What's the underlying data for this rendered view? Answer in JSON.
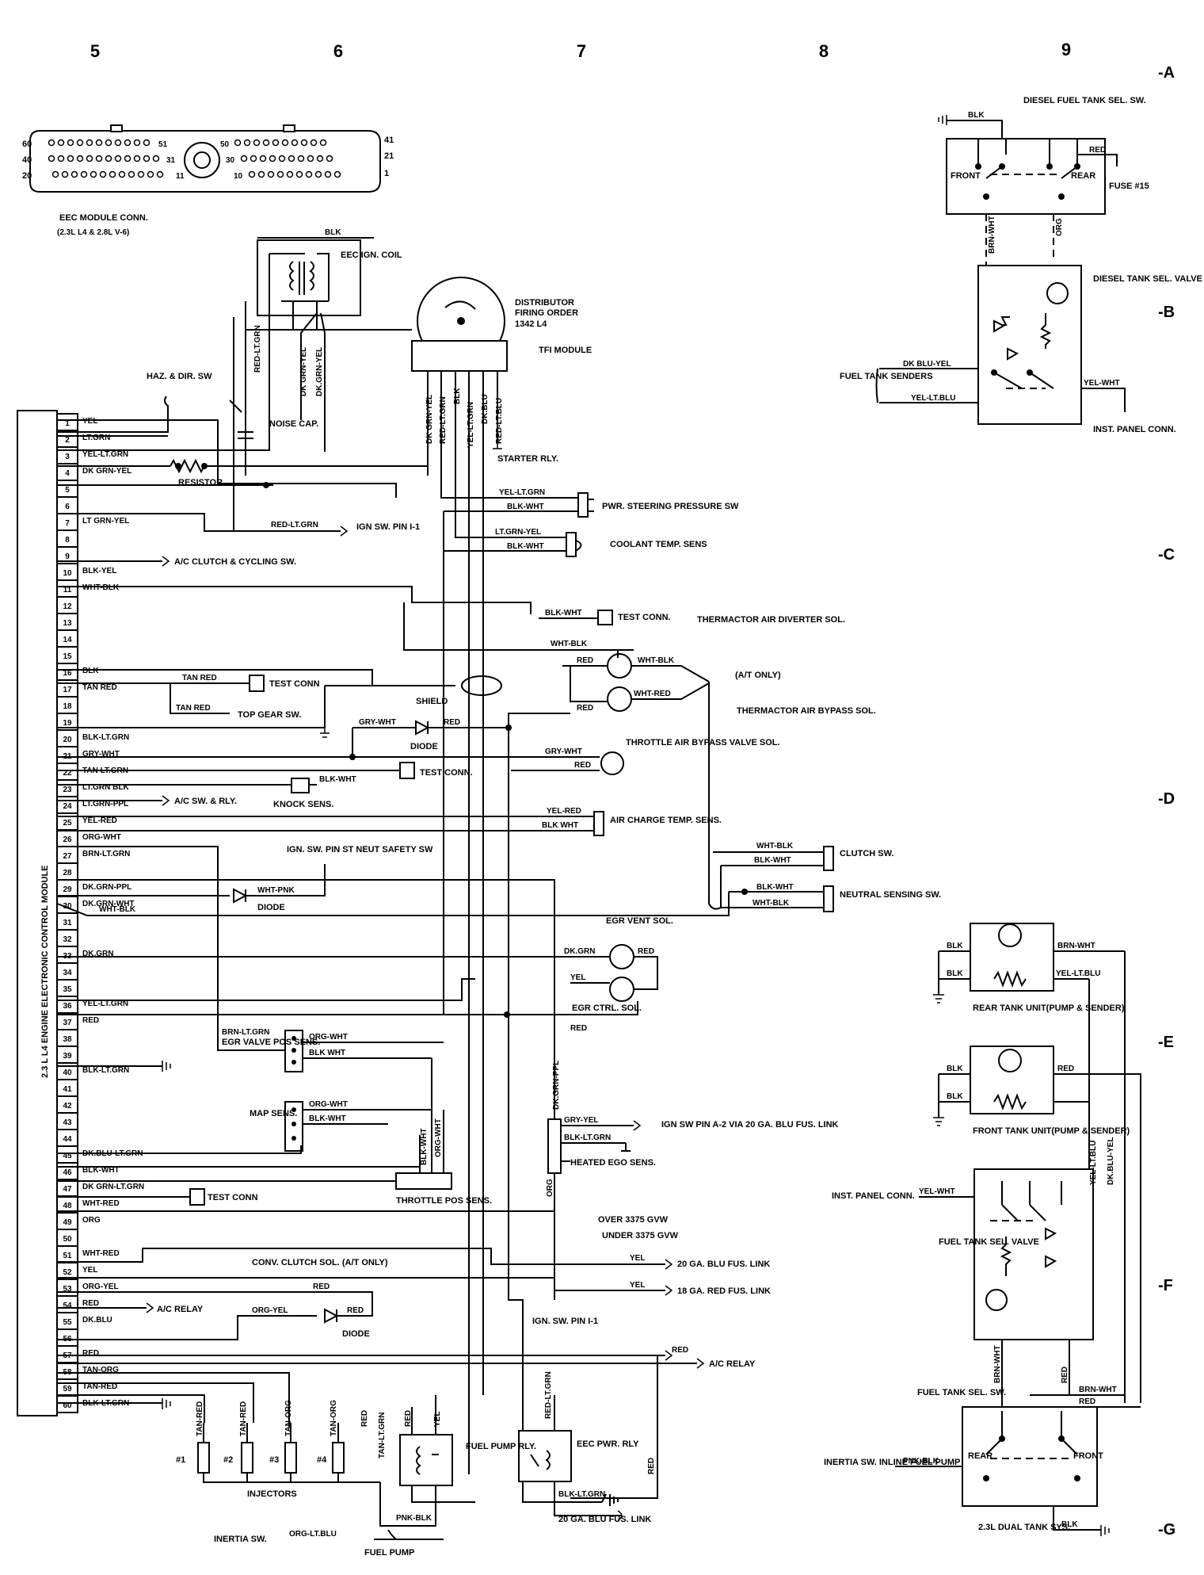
{
  "columns": [
    "5",
    "6",
    "7",
    "8",
    "9"
  ],
  "rows": [
    "-A",
    "-B",
    "-C",
    "-D",
    "-E",
    "-F",
    "-G"
  ],
  "eec_connector": {
    "title_line1": "EEC MODULE CONN.",
    "title_line2": "(2.3L L4 & 2.8L V-6)",
    "pins_left": [
      "60",
      "40",
      "20"
    ],
    "pins_mid_a": [
      "51",
      "31",
      "11"
    ],
    "pins_mid_b": [
      "50",
      "30",
      "10"
    ],
    "pins_right": [
      "41",
      "21",
      "1"
    ]
  },
  "module_label": "2.3 L L4 ENGINE ELECTRONIC CONTROL MODULE",
  "pins": [
    {
      "n": "1",
      "w": "YEL"
    },
    {
      "n": "2",
      "w": "LT.GRN"
    },
    {
      "n": "3",
      "w": "YEL-LT.GRN"
    },
    {
      "n": "4",
      "w": "DK GRN-YEL"
    },
    {
      "n": "5",
      "w": ""
    },
    {
      "n": "6",
      "w": ""
    },
    {
      "n": "7",
      "w": "LT GRN-YEL"
    },
    {
      "n": "8",
      "w": ""
    },
    {
      "n": "9",
      "w": ""
    },
    {
      "n": "10",
      "w": "BLK-YEL"
    },
    {
      "n": "11",
      "w": "WHT-BLK"
    },
    {
      "n": "12",
      "w": ""
    },
    {
      "n": "13",
      "w": ""
    },
    {
      "n": "14",
      "w": ""
    },
    {
      "n": "15",
      "w": ""
    },
    {
      "n": "16",
      "w": "BLK"
    },
    {
      "n": "17",
      "w": "TAN RED"
    },
    {
      "n": "18",
      "w": ""
    },
    {
      "n": "19",
      "w": ""
    },
    {
      "n": "20",
      "w": "BLK-LT.GRN"
    },
    {
      "n": "21",
      "w": "GRY-WHT"
    },
    {
      "n": "22",
      "w": "TAN LT.GRN"
    },
    {
      "n": "23",
      "w": "LT.GRN BLK"
    },
    {
      "n": "24",
      "w": "LT.GRN-PPL"
    },
    {
      "n": "25",
      "w": "YEL-RED"
    },
    {
      "n": "26",
      "w": "ORG-WHT"
    },
    {
      "n": "27",
      "w": "BRN-LT.GRN"
    },
    {
      "n": "28",
      "w": ""
    },
    {
      "n": "29",
      "w": "DK.GRN-PPL"
    },
    {
      "n": "30",
      "w": "DK.GRN-WHT"
    },
    {
      "n": "31",
      "w": ""
    },
    {
      "n": "32",
      "w": ""
    },
    {
      "n": "33",
      "w": "DK.GRN"
    },
    {
      "n": "34",
      "w": ""
    },
    {
      "n": "35",
      "w": ""
    },
    {
      "n": "36",
      "w": "YEL-LT.GRN"
    },
    {
      "n": "37",
      "w": "RED"
    },
    {
      "n": "38",
      "w": ""
    },
    {
      "n": "39",
      "w": ""
    },
    {
      "n": "40",
      "w": "BLK-LT.GRN"
    },
    {
      "n": "41",
      "w": ""
    },
    {
      "n": "42",
      "w": ""
    },
    {
      "n": "43",
      "w": ""
    },
    {
      "n": "44",
      "w": ""
    },
    {
      "n": "45",
      "w": "DK.BLU-LT.GRN"
    },
    {
      "n": "46",
      "w": "BLK-WHT"
    },
    {
      "n": "47",
      "w": "DK GRN-LT.GRN"
    },
    {
      "n": "48",
      "w": "WHT-RED"
    },
    {
      "n": "49",
      "w": "ORG"
    },
    {
      "n": "50",
      "w": ""
    },
    {
      "n": "51",
      "w": "WHT-RED"
    },
    {
      "n": "52",
      "w": "YEL"
    },
    {
      "n": "53",
      "w": "ORG-YEL"
    },
    {
      "n": "54",
      "w": "RED"
    },
    {
      "n": "55",
      "w": "DK.BLU"
    },
    {
      "n": "56",
      "w": ""
    },
    {
      "n": "57",
      "w": "RED"
    },
    {
      "n": "58",
      "w": "TAN-ORG"
    },
    {
      "n": "59",
      "w": "TAN-RED"
    },
    {
      "n": "60",
      "w": "BLK-LT.GRN"
    }
  ],
  "labels": {
    "haz_sw": "HAZ. & DIR. SW",
    "noise_cap": "NOISE CAP.",
    "eec_ign_coil": "EEC IGN. COIL",
    "distributor": "DISTRIBUTOR",
    "firing_order": "FIRING ORDER",
    "firing_order_val": "1342 L4",
    "tfi_module": "TFI MODULE",
    "starter_rly": "STARTER RLY.",
    "resistor": "RESISTOR",
    "ign_sw_pin": "IGN SW. PIN I-1",
    "pwr_steering": "PWR. STEERING PRESSURE SW",
    "coolant": "COOLANT TEMP. SENS",
    "ac_clutch": "A/C CLUTCH & CYCLING SW.",
    "test_conn": "TEST CONN.",
    "thermactor_div": "THERMACTOR AIR DIVERTER SOL.",
    "at_only": "(A/T ONLY)",
    "thermactor_byp": "THERMACTOR AIR BYPASS SOL.",
    "test_conn2": "TEST CONN",
    "top_gear": "TOP GEAR SW.",
    "shield": "SHIELD",
    "diode": "DIODE",
    "throttle_air": "THROTTLE AIR BYPASS VALVE SOL.",
    "test_conn3": "TEST CONN.",
    "ac_sw_rly": "A/C SW. & RLY.",
    "knock_sens": "KNOCK SENS.",
    "air_charge": "AIR CHARGE TEMP. SENS.",
    "ign_sw_pin_st": "IGN. SW. PIN ST NEUT SAFETY SW",
    "diode2": "DIODE",
    "clutch_sw": "CLUTCH SW.",
    "neutral_sensing": "NEUTRAL SENSING SW.",
    "egr_vent": "EGR VENT SOL.",
    "egr_ctrl": "EGR CTRL. SOL.",
    "egr_valve_pos": "EGR VALVE POS SENS.",
    "map_sens": "MAP SENS.",
    "throttle_pos": "THROTTLE POS SENS.",
    "ign_sw_pin_a2": "IGN SW PIN A-2 VIA 20 GA. BLU FUS. LINK",
    "heated_ego": "HEATED EGO SENS.",
    "test_conn4": "TEST CONN",
    "over_gvw": "OVER 3375 GVW",
    "under_gvw": "UNDER 3375 GVW",
    "fus20": "20 GA. BLU FUS. LINK",
    "fus18": "18 GA. RED FUS. LINK",
    "conv_clutch": "CONV. CLUTCH SOL. (A/T ONLY)",
    "ac_relay": "A/C RELAY",
    "diode3": "DIODE",
    "ign_sw_pin_i1": "IGN. SW. PIN I-1",
    "ac_relay2": "A/C RELAY",
    "injectors": "INJECTORS",
    "inj1": "#1",
    "inj2": "#2",
    "inj3": "#3",
    "inj4": "#4",
    "fuel_pump_rly": "FUEL PUMP RLY.",
    "eec_pwr_rly": "EEC PWR. RLY",
    "fus20b": "20 GA. BLU FUS. LINK",
    "inertia_sw": "INERTIA SW.",
    "fuel_pump": "FUEL PUMP",
    "diesel_sel_sw": "DIESEL FUEL TANK SEL. SW.",
    "front": "FRONT",
    "rear": "REAR",
    "fuse15": "FUSE #15",
    "diesel_valve": "DIESEL TANK SEL. VALVE",
    "fuel_tank_senders": "FUEL TANK SENDERS",
    "inst_panel_conn": "INST. PANEL CONN.",
    "rear_tank_unit": "REAR TANK UNIT(PUMP & SENDER)",
    "front_tank_unit": "FRONT TANK UNIT(PUMP & SENDER)",
    "inst_panel_conn2": "INST. PANEL CONN.",
    "fuel_tank_sel_valve": "FUEL TANK SEL. VALVE",
    "fuel_tank_sel_sw": "FUEL TANK SEL. SW.",
    "inertia_inline": "INERTIA SW. INLINE FUEL PUMP",
    "rear2": "REAR",
    "front2": "FRONT",
    "dual_tank": "2.3L DUAL TANK SYS."
  },
  "wires": {
    "blk": "BLK",
    "red": "RED",
    "yel": "YEL",
    "org": "ORG",
    "red_lt_grn": "RED-LT.GRN",
    "dk_grn_yel": "DK GRN-YEL",
    "dk_grn_yel2": "DK.GRN-YEL",
    "red_lt_grn2": "RED-LT.GRN",
    "blk2": "BLK",
    "yel_lt_grn": "YEL-LT.GRN",
    "dk_blu": "DK.BLU",
    "red_lt_blu": "RED-LT.BLU",
    "yel_lt_grn2": "YEL-LT.GRN",
    "blk_wht": "BLK-WHT",
    "lt_grn_yel": "LT.GRN-YEL",
    "blk_wht2": "BLK-WHT",
    "red_lt_grn3": "RED-LT.GRN",
    "blk_wht3": "BLK-WHT",
    "wht_blk": "WHT-BLK",
    "red2": "RED",
    "wht_blk2": "WHT-BLK",
    "wht_red": "WHT-RED",
    "red3": "RED",
    "tan_red": "TAN RED",
    "tan_red2": "TAN RED",
    "gry_wht": "GRY-WHT",
    "red4": "RED",
    "gry_wht2": "GRY-WHT",
    "red5": "RED",
    "blk_wht4": "BLK-WHT",
    "yel_red": "YEL-RED",
    "blk_wht5": "BLK WHT",
    "wht_blk3": "WHT-BLK",
    "blk_wht6": "BLK-WHT",
    "blk_wht7": "BLK-WHT",
    "wht_blk4": "WHT-BLK",
    "wht_pnk": "WHT-PNK",
    "wht_blk5": "WHT-BLK",
    "dk_grn": "DK.GRN",
    "red6": "RED",
    "yel2": "YEL",
    "red7": "RED",
    "brn_lt_grn": "BRN-LT.GRN",
    "org_wht": "ORG-WHT",
    "blk_wht8": "BLK WHT",
    "org_wht2": "ORG-WHT",
    "blk_wht9": "BLK-WHT",
    "dk_grn_ppl": "DK.GRN-PPL",
    "gry_yel": "GRY-YEL",
    "blk_lt_grn": "BLK-LT.GRN",
    "blk_wht10": "BLK-WHT",
    "org_wht3": "ORG-WHT",
    "org2": "ORG",
    "yel3": "YEL",
    "yel4": "YEL",
    "red8": "RED",
    "org_yel": "ORG-YEL",
    "red9": "RED",
    "red10": "RED",
    "tan_red3": "TAN-RED",
    "tan_red4": "TAN-RED",
    "tan_org": "TAN-ORG",
    "tan_org2": "TAN-ORG",
    "red11": "RED",
    "tan_lt_grn": "TAN-LT.GRN",
    "red12": "RED",
    "yel5": "YEL",
    "red_lt_grn4": "RED-LT.GRN",
    "red13": "RED",
    "blk_lt_grn2": "BLK-LT.GRN",
    "pnk_blk": "PNK-BLK",
    "org_lt_blu": "ORG-LT.BLU",
    "d_blk": "BLK",
    "d_red": "RED",
    "d_brn_wht": "BRN-WHT",
    "d_org": "ORG",
    "d_dk_blu_yel": "DK BLU-YEL",
    "d_yel_lt_blu": "YEL-LT.BLU",
    "d_yel_wht": "YEL-WHT",
    "t_blk": "BLK",
    "t_brn_wht": "BRN-WHT",
    "t_blk2": "BLK",
    "t_yel_lt_blu": "YEL-LT.BLU",
    "t_blk3": "BLK",
    "t_red": "RED",
    "t_blk4": "BLK",
    "t_yel_wht": "YEL-WHT",
    "t_yel_lt_blu2": "YEL-LT.BLU",
    "t_dk_blu_yel": "DK.BLU-YEL",
    "t_brn_wht2": "BRN-WHT",
    "t_red2": "RED",
    "t_brn_wht3": "BRN-WHT",
    "t_red3": "RED",
    "t_pnk_blk": "PNK-BLK",
    "t_blk5": "BLK"
  }
}
